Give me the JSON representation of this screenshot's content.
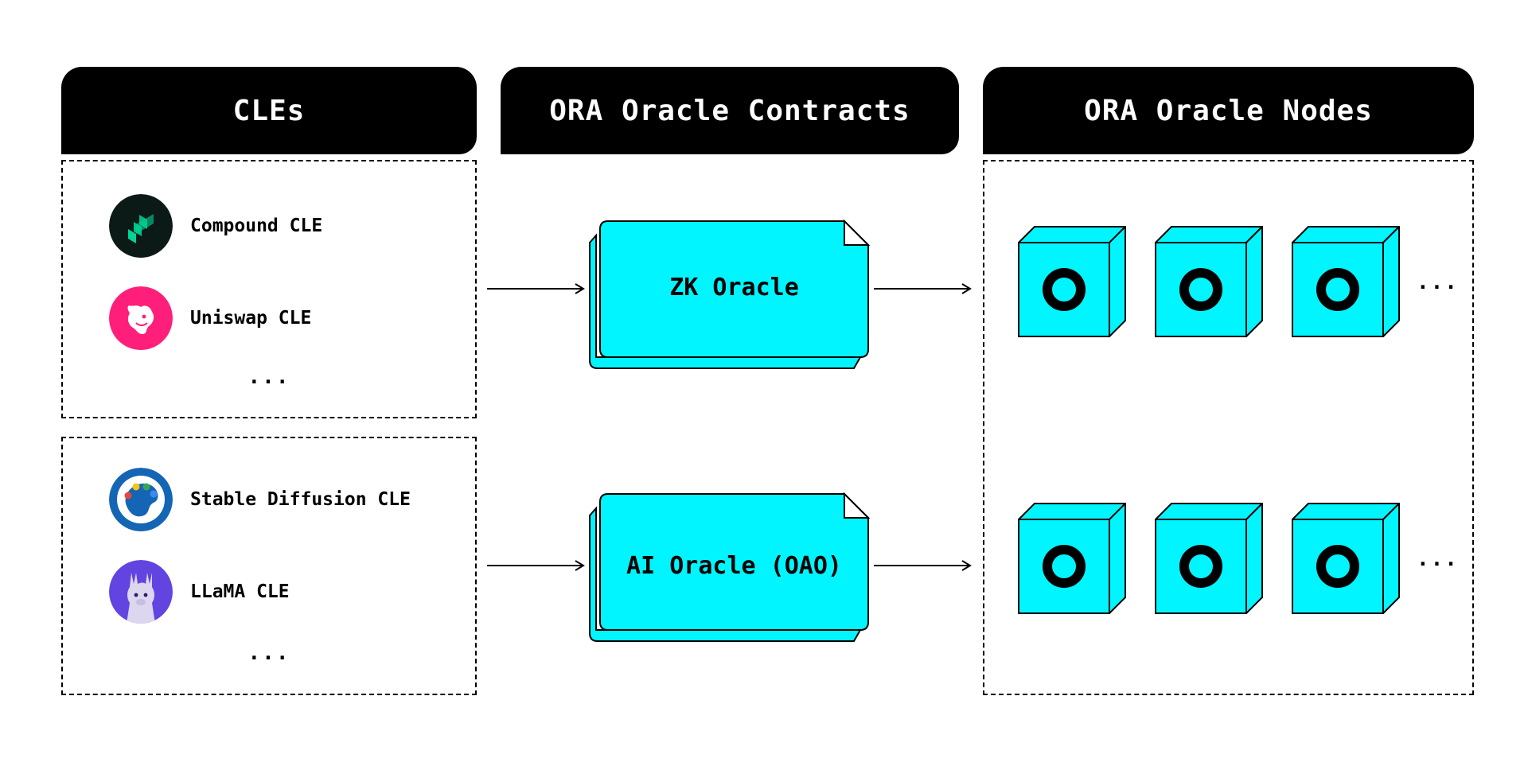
{
  "headers": {
    "cles": "CLEs",
    "contracts": "ORA Oracle Contracts",
    "nodes": "ORA Oracle Nodes"
  },
  "cle_groups": [
    {
      "items": [
        {
          "label": "Compound CLE",
          "icon": "compound-logo-icon"
        },
        {
          "label": "Uniswap CLE",
          "icon": "uniswap-logo-icon"
        }
      ],
      "ellipsis": "..."
    },
    {
      "items": [
        {
          "label": "Stable Diffusion CLE",
          "icon": "palette-logo-icon"
        },
        {
          "label": "LLaMA CLE",
          "icon": "llama-logo-icon"
        }
      ],
      "ellipsis": "..."
    }
  ],
  "oracles": [
    {
      "label": "ZK Oracle"
    },
    {
      "label": "AI Oracle (OAO)"
    }
  ],
  "nodes": {
    "rows": 2,
    "per_row": 3,
    "ellipsis": "..."
  },
  "colors": {
    "accent": "#00f5ff",
    "header_bg": "#000000",
    "header_text": "#ffffff",
    "compound": "#0c1a17",
    "compound_green": "#00d395",
    "uniswap": "#ff1f7a",
    "palette_ring": "#1565b5",
    "llama": "#6244e0"
  }
}
